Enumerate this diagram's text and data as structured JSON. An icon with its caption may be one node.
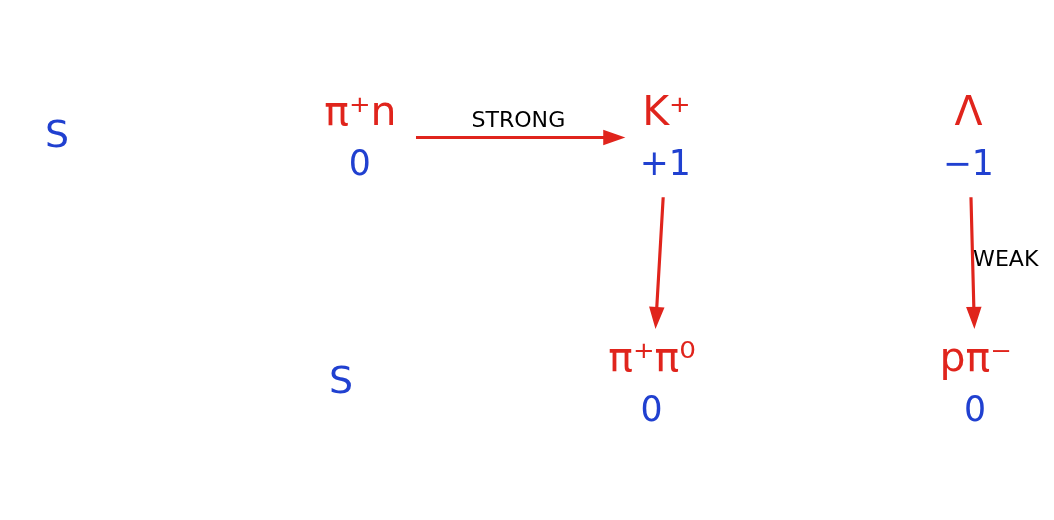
{
  "diagram": {
    "nodes": [
      {
        "text": [
          "π⁺n"
        ],
        "beside": [
          "0"
        ]
      },
      {
        "text": [
          "K⁺"
        ],
        "beside": [
          "+1"
        ]
      },
      {
        "text": [
          "Λ"
        ],
        "beside": [
          "−1"
        ]
      },
      {
        "text": [
          "π⁺π⁰"
        ],
        "beside": [
          "0"
        ]
      },
      {
        "text": [
          "pπ⁻"
        ],
        "beside": [
          "0"
        ]
      }
    ],
    "edges": [
      {
        "from": 0,
        "to": 1,
        "arrow": "to",
        "label": "STRONG"
      },
      {
        "from": 1,
        "to": 3,
        "arrow": "to"
      },
      {
        "from": 2,
        "to": 4,
        "arrow": "to",
        "label": "WEAK"
      }
    ],
    "labels": [
      "S",
      "S"
    ]
  }
}
